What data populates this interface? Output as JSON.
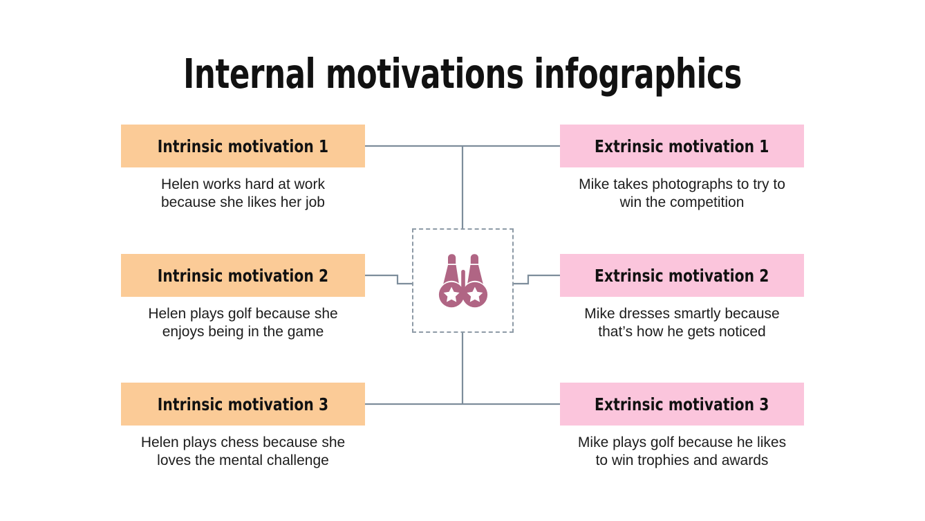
{
  "slide": {
    "title": "Internal motivations infographics",
    "background_color": "#ffffff"
  },
  "theme": {
    "orange": "#fbcb97",
    "pink": "#fbc5dc",
    "connector": "#7d8d9b",
    "icon": "#b06584",
    "text": "#111111"
  },
  "center": {
    "icon_name": "binoculars-icon",
    "icon_color": "#b06584",
    "frame_border_color": "#8d9aa6"
  },
  "left_column": {
    "accent": "#fbcb97",
    "items": [
      {
        "heading": "Intrinsic motivation 1",
        "body": "Helen works hard at work\nbecause she likes her job"
      },
      {
        "heading": "Intrinsic motivation 2",
        "body": "Helen plays golf because she\nenjoys being in the game"
      },
      {
        "heading": "Intrinsic motivation 3",
        "body": "Helen plays chess because she\nloves the mental challenge"
      }
    ]
  },
  "right_column": {
    "accent": "#fbc5dc",
    "items": [
      {
        "heading": "Extrinsic motivation 1",
        "body": "Mike takes photographs to try to\nwin the competition"
      },
      {
        "heading": "Extrinsic motivation 2",
        "body": "Mike dresses smartly because\nthat’s how he gets noticed"
      },
      {
        "heading": "Extrinsic motivation 3",
        "body": "Mike plays golf because he likes\nto win trophies and awards"
      }
    ]
  }
}
